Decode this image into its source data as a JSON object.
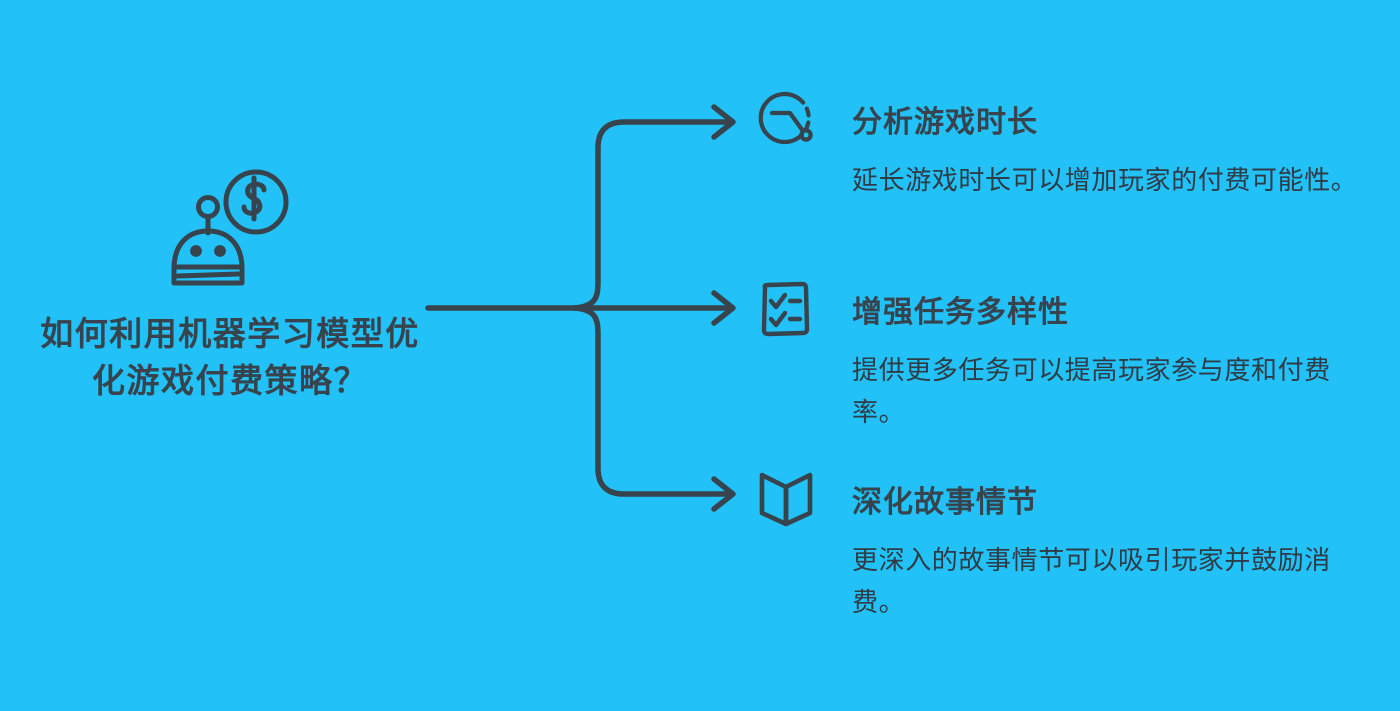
{
  "theme": {
    "background_color": "#22c1f7",
    "stroke_color": "#37434d",
    "text_color": "#37434d"
  },
  "root": {
    "icon": "robot-coin-icon",
    "title": "如何利用机器学习模型优化游戏付费策略？"
  },
  "branches": [
    {
      "icon": "clock-timer-icon",
      "title": "分析游戏时长",
      "description": "延长游戏时长可以增加玩家的付费可能性。"
    },
    {
      "icon": "checklist-tasks-icon",
      "title": "增强任务多样性",
      "description": "提供更多任务可以提高玩家参与度和付费率。"
    },
    {
      "icon": "open-book-icon",
      "title": "深化故事情节",
      "description": "更深入的故事情节可以吸引玩家并鼓励消费。"
    }
  ],
  "connectors": {
    "type": "branching-arrows",
    "count": 3
  }
}
